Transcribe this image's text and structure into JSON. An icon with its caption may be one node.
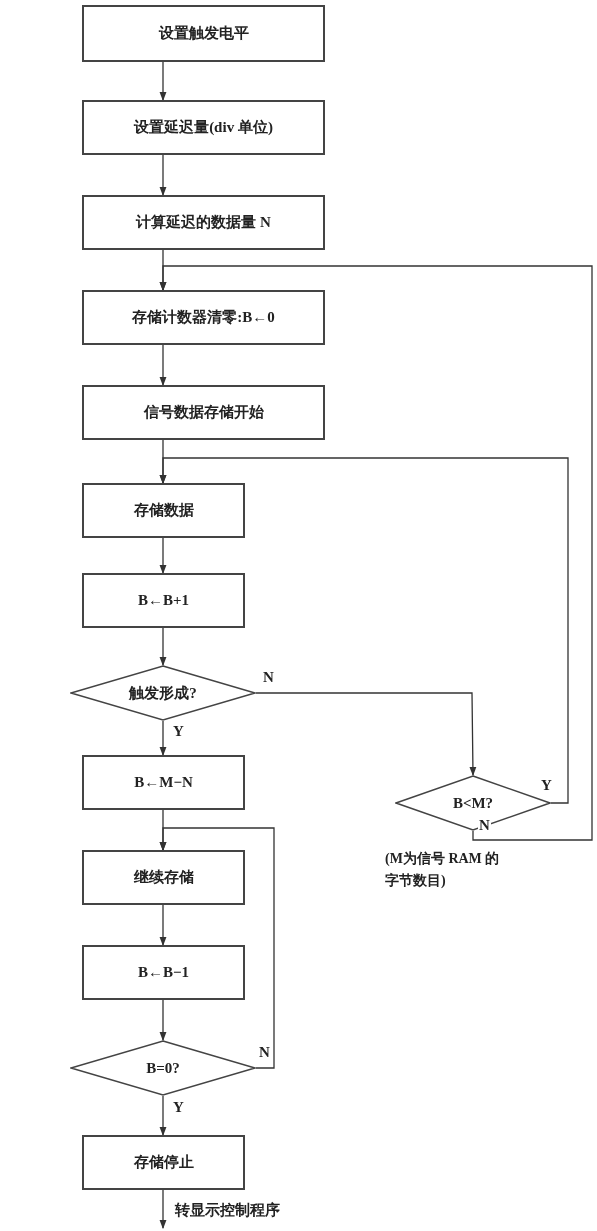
{
  "diagram": {
    "nodes": [
      {
        "text": [
          "设置触发电平"
        ]
      },
      {
        "text": [
          "设置延迟量(div 单位)"
        ]
      },
      {
        "text": [
          "计算延迟的数据量 N"
        ]
      },
      {
        "text": [
          "存储计数器清零:B←0"
        ]
      },
      {
        "text": [
          "信号数据存储开始"
        ]
      },
      {
        "text": [
          "存储数据"
        ]
      },
      {
        "text": [
          "B←B+1"
        ]
      },
      {
        "text": [
          "触发形成?"
        ]
      },
      {
        "text": [
          "B←M−N"
        ]
      },
      {
        "text": [
          "继续存储"
        ]
      },
      {
        "text": [
          "B←B−1"
        ]
      },
      {
        "text": [
          "B=0?"
        ]
      },
      {
        "text": [
          "存储停止"
        ]
      },
      {
        "text": [
          "B<M?"
        ],
        "beside": [
          "(M为信号 RAM 的字节数目)"
        ]
      }
    ],
    "edges": [
      {
        "from": 0,
        "to": 1,
        "arrow": "to"
      },
      {
        "from": 1,
        "to": 2,
        "arrow": "to"
      },
      {
        "from": 2,
        "to": 3,
        "arrow": "to"
      },
      {
        "from": 3,
        "to": 4,
        "arrow": "to"
      },
      {
        "from": 4,
        "to": 5,
        "arrow": "to"
      },
      {
        "from": 5,
        "to": 6,
        "arrow": "to"
      },
      {
        "from": 6,
        "to": 7,
        "arrow": "to"
      },
      {
        "from": 7,
        "to": 8,
        "arrow": "to",
        "label": "Y"
      },
      {
        "from": 7,
        "to": 13,
        "arrow": "to",
        "label": "N"
      },
      {
        "from": 13,
        "to": 5,
        "arrow": "to",
        "label": "Y"
      },
      {
        "from": 13,
        "to": 3,
        "arrow": "to",
        "label": "N"
      },
      {
        "from": 8,
        "to": 9,
        "arrow": "to"
      },
      {
        "from": 9,
        "to": 10,
        "arrow": "to"
      },
      {
        "from": 10,
        "to": 11,
        "arrow": "to"
      },
      {
        "from": 11,
        "to": 9,
        "arrow": "to",
        "label": "N"
      },
      {
        "from": 11,
        "to": 12,
        "arrow": "to",
        "label": "Y"
      },
      {
        "from": 12,
        "to": null,
        "arrow": "to",
        "label": "转显示控制程序"
      }
    ]
  }
}
